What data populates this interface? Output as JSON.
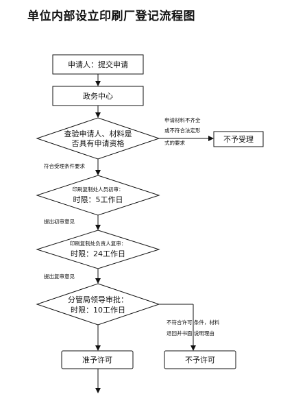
{
  "title": "单位内部设立印刷厂登记流程图",
  "nodes": {
    "apply": "申请人：提交申请",
    "center": "政务中心",
    "review_l1": "查验申请人、材料是",
    "review_l2": "否具有申请资格",
    "reject_accept": "不予受理",
    "first_l1": "印刷复制处人员初审：",
    "first_l2": "时限：5工作日",
    "second_l1": "印刷复制处负责人复审：",
    "second_l2": "时限：24工作日",
    "approve_l1": "分管局领导审批：",
    "approve_l2": "时限：10工作日",
    "grant": "准予许可",
    "deny": "不予许可"
  },
  "labels": {
    "incomplete_1": "申请材料不齐全",
    "incomplete_2": "或不符合法定形",
    "incomplete_3": "式的要求",
    "meets_req": "符合受理条件要求",
    "first_opinion": "提出初审意见",
    "second_opinion": "提出复审意见",
    "deny_1": "不符合许可 条件，材料",
    "deny_2": "退回并书面 说明理由"
  }
}
